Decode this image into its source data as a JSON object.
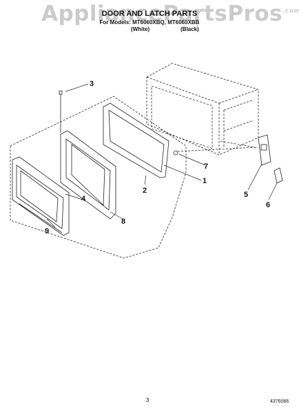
{
  "watermark": {
    "text": "AppliancePartsPros",
    "suffix": ".com"
  },
  "header": {
    "title": "DOOR AND LATCH PARTS",
    "models": "For Models: MT6060XBQ, MT6060XBB",
    "variant_white": "(White)",
    "variant_black": "(Black)"
  },
  "callouts": [
    "1",
    "2",
    "3",
    "4",
    "5",
    "6",
    "7",
    "8",
    "9"
  ],
  "footer": {
    "page_number": "3",
    "document_number": "4376066"
  }
}
